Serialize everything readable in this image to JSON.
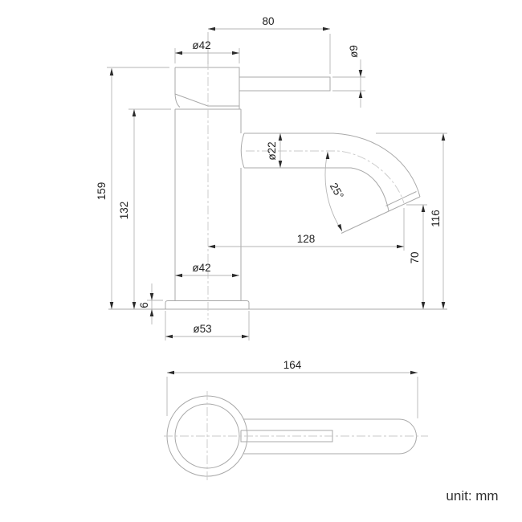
{
  "drawing": {
    "type": "technical-dimension-drawing",
    "subject": "single-lever basin faucet, front view and top view",
    "unit_note": "unit: mm",
    "colors": {
      "object_line": "#a9a9a9",
      "dimension_line": "#b6b6b6",
      "centerline": "#c9c9c9",
      "text": "#222222"
    },
    "dims": {
      "handle_length": "80",
      "cap_diameter": "ø42",
      "rod_diameter": "ø9",
      "total_height": "159",
      "body_height": "132",
      "spout_tube_diameter": "ø22",
      "spout_angle": "25°",
      "spout_reach": "128",
      "spout_top_height": "116",
      "outlet_height": "70",
      "body_diameter": "ø42",
      "base_plate_thickness": "6",
      "base_diameter": "ø53",
      "handle_overall_length": "164"
    }
  }
}
